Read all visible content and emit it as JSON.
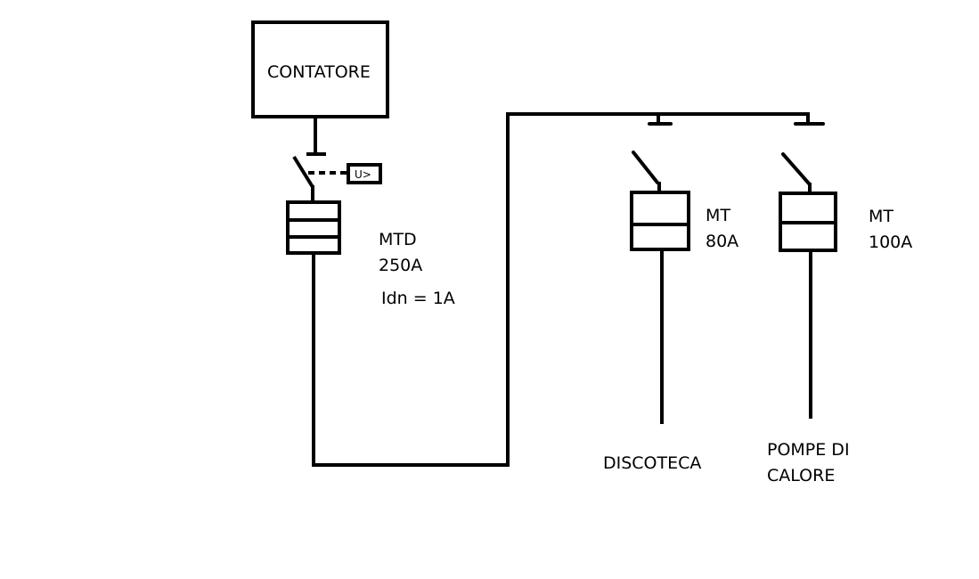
{
  "diagram": {
    "meter": {
      "label": "CONTATORE"
    },
    "undervoltage_relay": {
      "label": "U>"
    },
    "main_breaker": {
      "type": "MTD",
      "rating": "250A",
      "residual": "Idn = 1A"
    },
    "branches": [
      {
        "type": "MT",
        "rating": "80A",
        "load": "DISCOTECA"
      },
      {
        "type": "MT",
        "rating": "100A",
        "load_line1": "POMPE DI",
        "load_line2": "CALORE"
      }
    ],
    "colors": {
      "line": "#000000",
      "background": "#ffffff"
    }
  }
}
